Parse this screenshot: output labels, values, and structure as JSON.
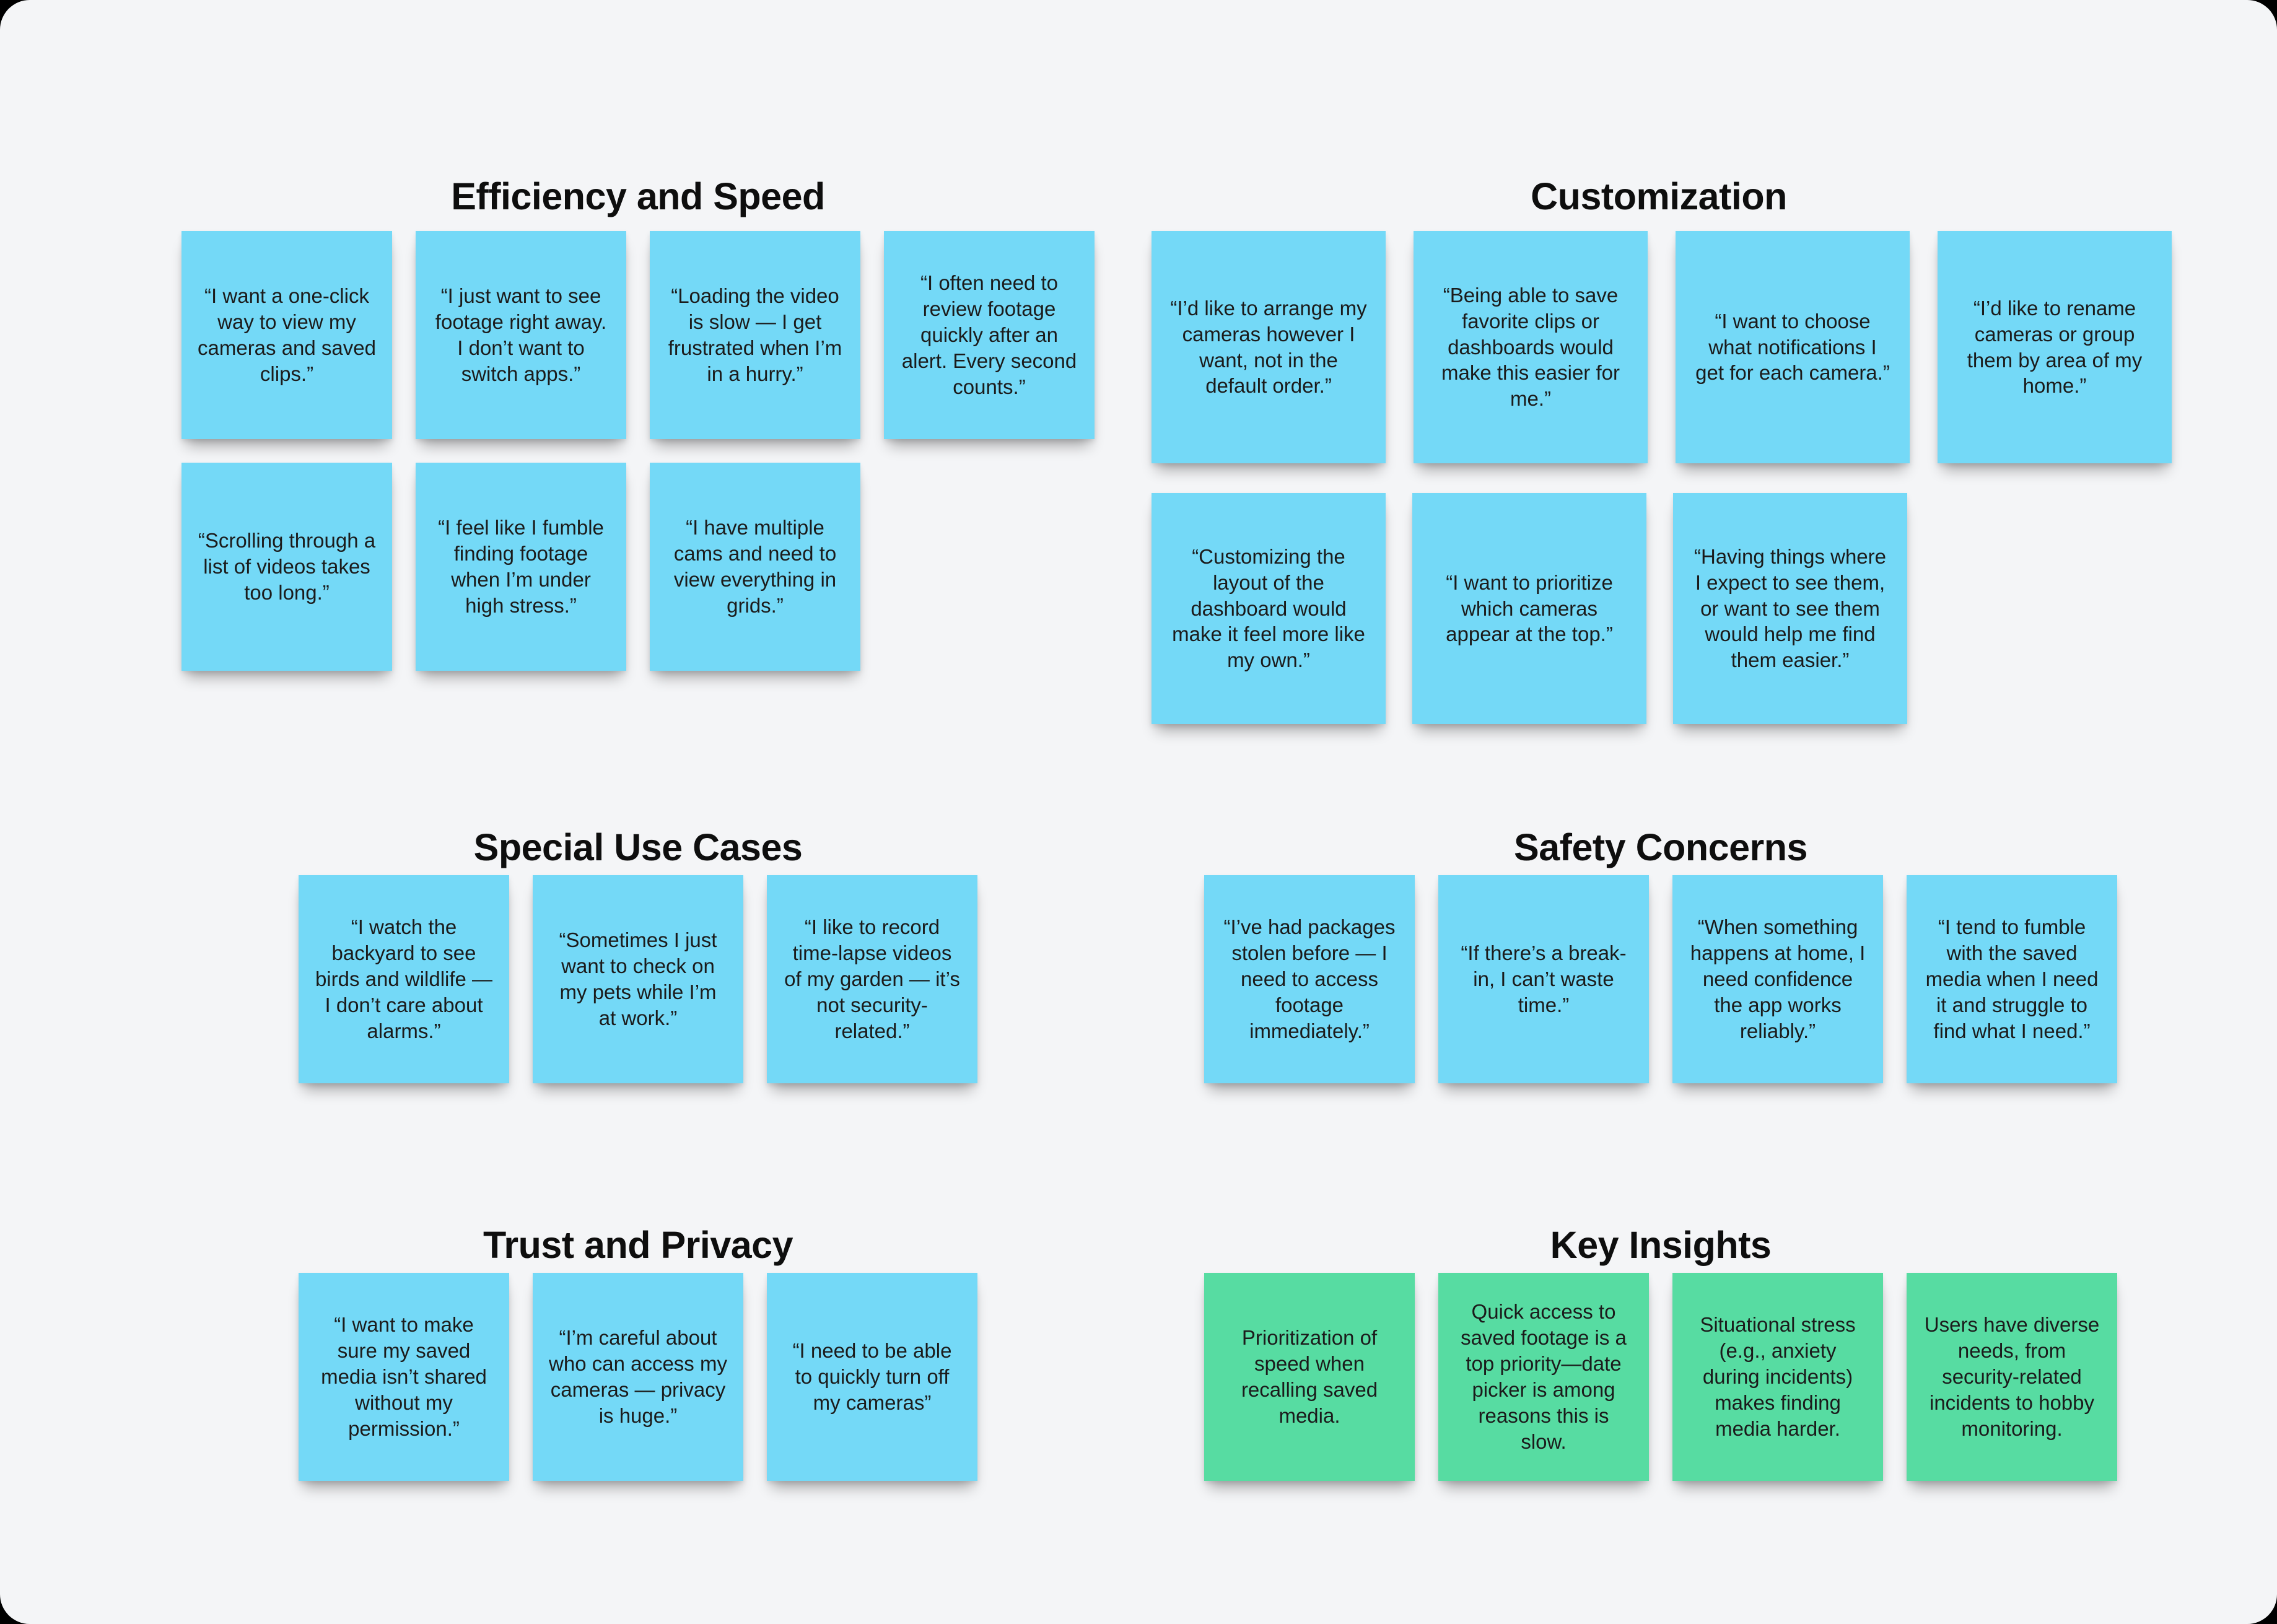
{
  "board": {
    "background_color": "#F4F5F7",
    "sticky_blue_color": "#74D9F7",
    "sticky_green_color": "#57DCA2",
    "text_color": "#1B1B1B"
  },
  "sections": [
    {
      "title": "Efficiency and Speed",
      "note_color": "blue",
      "rows": [
        [
          "“I want a one-click way to view my cameras and saved clips.”",
          "“I just want to see footage right away. I don’t want to switch apps.”",
          "“Loading the video is slow — I get frustrated when I’m in a hurry.”",
          "“I often need to review footage quickly after an alert. Every second counts.”"
        ],
        [
          "“Scrolling through a list of videos takes too long.”",
          "“I feel like I fumble finding footage when I’m under high stress.”",
          "“I have multiple cams and need to view everything in grids.”"
        ]
      ]
    },
    {
      "title": "Customization",
      "note_color": "blue",
      "rows": [
        [
          "“I’d like to arrange my cameras however I want, not in the default order.”",
          "“Being able to save favorite clips or dashboards would make this easier for me.”",
          "“I want to choose what notifications I get for each camera.”",
          "“I’d like to rename cameras or group them by area of my home.”"
        ],
        [
          "“Customizing the layout of the dashboard would make it feel more like my own.”",
          "“I want to prioritize which cameras appear at the top.”",
          "“Having things where I expect to see them, or want to see them would help me find them easier.”"
        ]
      ]
    },
    {
      "title": "Special Use Cases",
      "note_color": "blue",
      "rows": [
        [
          "“I watch the backyard to see birds and wildlife — I don’t care about alarms.”",
          "“Sometimes I just want to check on my pets while I’m at work.”",
          "“I like to record time-lapse videos of my garden — it’s not security-related.”"
        ]
      ]
    },
    {
      "title": "Safety Concerns",
      "note_color": "blue",
      "rows": [
        [
          "“I’ve had packages stolen before — I need to access footage immediately.”",
          "“If there’s a break-in, I can’t waste time.”",
          "“When something happens at home, I need confidence the app works reliably.”",
          "“I tend to fumble with the saved media when I need it and struggle to find what I need.”"
        ]
      ]
    },
    {
      "title": "Trust and Privacy",
      "note_color": "blue",
      "rows": [
        [
          "“I want to make sure my saved media isn’t shared without my permission.”",
          "“I’m careful about who can access my cameras — privacy is huge.”",
          "“I need to be able to quickly turn off my cameras”"
        ]
      ]
    },
    {
      "title": "Key Insights",
      "note_color": "green",
      "rows": [
        [
          "Prioritization of speed when recalling saved media.",
          "Quick access to saved footage is a top priority—date picker is among reasons this is slow.",
          "Situational stress (e.g., anxiety during incidents) makes finding media harder.",
          "Users have diverse needs, from security-related incidents to hobby monitoring."
        ]
      ]
    }
  ]
}
